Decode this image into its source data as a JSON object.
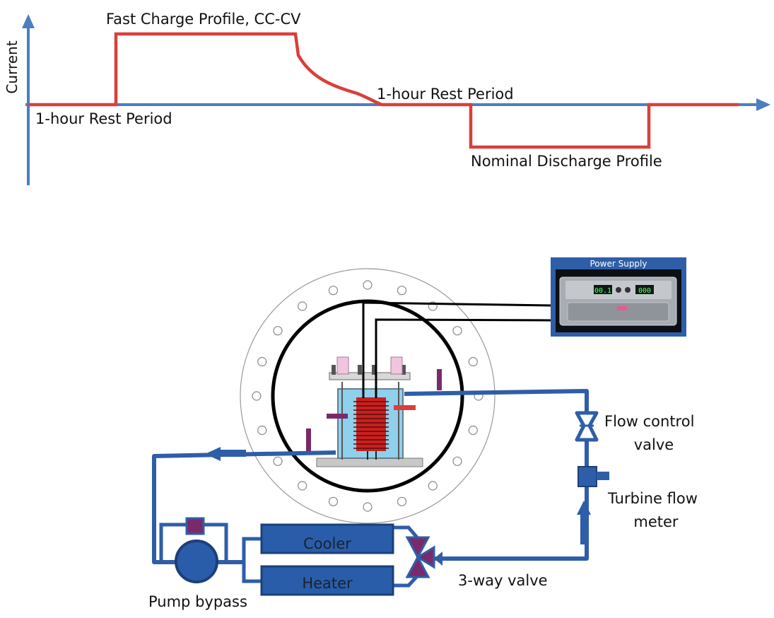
{
  "profile": {
    "y_axis_label": "Current",
    "segments": [
      {
        "phase": "rest",
        "label": "1-hour Rest Period"
      },
      {
        "phase": "charge",
        "label": "Fast Charge Profile, CC-CV"
      },
      {
        "phase": "rest",
        "label": "1-hour Rest Period"
      },
      {
        "phase": "discharge",
        "label": "Nominal Discharge Profile"
      }
    ]
  },
  "diagram": {
    "power_supply": {
      "label": "Power Supply",
      "display_left": "00.1",
      "display_right": "000"
    },
    "components": {
      "flow_control_valve": {
        "line1": "Flow control",
        "line2": "valve"
      },
      "turbine_flow_meter": {
        "line1": "Turbine flow",
        "line2": "meter"
      },
      "three_way_valve": "3-way valve",
      "cooler": "Cooler",
      "heater": "Heater",
      "pump_bypass": "Pump bypass"
    }
  },
  "colors": {
    "axis_blue": "#4a7ec0",
    "profile_red": "#d9403a",
    "pipe_blue": "#2f5ea8",
    "box_blue": "#2a5da9",
    "valve_purple": "#7a2a6a",
    "coil_red": "#c8201e",
    "water_blue": "#8fd0ec"
  }
}
